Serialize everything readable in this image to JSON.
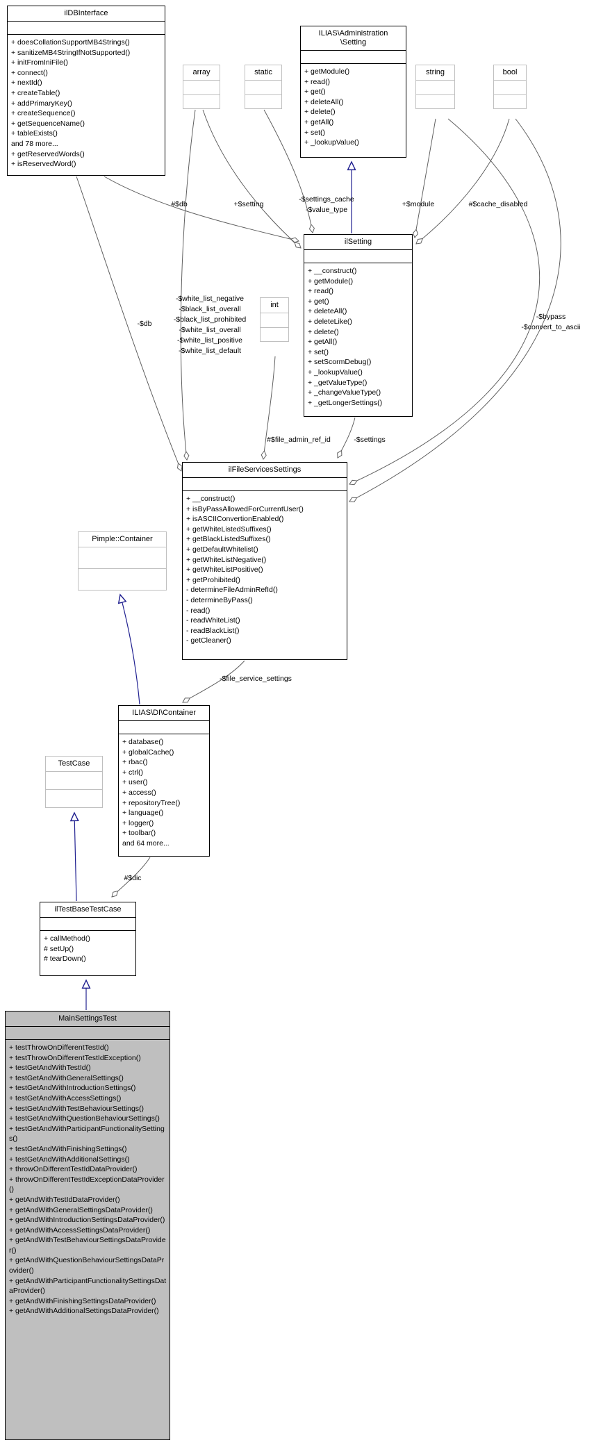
{
  "classes": {
    "ildbinterface": {
      "title": "ilDBInterface",
      "methods": [
        "+ doesCollationSupportMB4Strings()",
        "+ sanitizeMB4StringIfNotSupported()",
        "+ initFromIniFile()",
        "+ connect()",
        "+ nextId()",
        "+ createTable()",
        "+ addPrimaryKey()",
        "+ createSequence()",
        "+ getSequenceName()",
        "+ tableExists()",
        "and 78 more...",
        "+ getReservedWords()",
        "+ isReservedWord()"
      ]
    },
    "admin_setting": {
      "title": "ILIAS\\Administration\n\\Setting",
      "methods": [
        "+ getModule()",
        "+ read()",
        "+ get()",
        "+ deleteAll()",
        "+ delete()",
        "+ getAll()",
        "+ set()",
        "+ _lookupValue()"
      ]
    },
    "array_type": {
      "title": "array"
    },
    "static_type": {
      "title": "static"
    },
    "string_type": {
      "title": "string"
    },
    "bool_type": {
      "title": "bool"
    },
    "int_type": {
      "title": "int"
    },
    "ilsetting": {
      "title": "ilSetting",
      "methods": [
        "+ __construct()",
        "+ getModule()",
        "+ read()",
        "+ get()",
        "+ deleteAll()",
        "+ deleteLike()",
        "+ delete()",
        "+ getAll()",
        "+ set()",
        "+ setScormDebug()",
        "+ _lookupValue()",
        "+ _getValueType()",
        "+ _changeValueType()",
        "+ _getLongerSettings()"
      ]
    },
    "filesettings": {
      "title": "ilFileServicesSettings",
      "methods": [
        "+ __construct()",
        "+ isByPassAllowedForCurrentUser()",
        "+ isASCIIConvertionEnabled()",
        "+ getWhiteListedSuffixes()",
        "+ getBlackListedSuffixes()",
        "+ getDefaultWhitelist()",
        "+ getWhiteListNegative()",
        "+ getWhiteListPositive()",
        "+ getProhibited()",
        "- determineFileAdminRefId()",
        "- determineByPass()",
        "- read()",
        "- readWhiteList()",
        "- readBlackList()",
        "- getCleaner()"
      ]
    },
    "pimple": {
      "title": "Pimple::Container"
    },
    "dicontainer": {
      "title": "ILIAS\\DI\\Container",
      "methods": [
        "+ database()",
        "+ globalCache()",
        "+ rbac()",
        "+ ctrl()",
        "+ user()",
        "+ access()",
        "+ repositoryTree()",
        "+ language()",
        "+ logger()",
        "+ toolbar()",
        "and 64 more..."
      ]
    },
    "testcase": {
      "title": "TestCase"
    },
    "iltestbase": {
      "title": "ilTestBaseTestCase",
      "methods": [
        "+ callMethod()",
        "# setUp()",
        "# tearDown()"
      ]
    },
    "mainsettings": {
      "title": "MainSettingsTest",
      "methods": [
        "+ testThrowOnDifferentTestId()",
        "+ testThrowOnDifferentTestIdException()",
        "+ testGetAndWithTestId()",
        "+ testGetAndWithGeneralSettings()",
        "+ testGetAndWithIntroductionSettings()",
        "+ testGetAndWithAccessSettings()",
        "+ testGetAndWithTestBehaviourSettings()",
        "+ testGetAndWithQuestionBehaviourSettings()",
        "+ testGetAndWithParticipantFunctionalitySettings()",
        "+ testGetAndWithFinishingSettings()",
        "+ testGetAndWithAdditionalSettings()",
        "+ throwOnDifferentTestIdDataProvider()",
        "+ throwOnDifferentTestIdExceptionDataProvider()",
        "+ getAndWithTestIdDataProvider()",
        "+ getAndWithGeneralSettingsDataProvider()",
        "+ getAndWithIntroductionSettingsDataProvider()",
        "+ getAndWithAccessSettingsDataProvider()",
        "+ getAndWithTestBehaviourSettingsDataProvider()",
        "+ getAndWithQuestionBehaviourSettingsDataProvider()",
        "+ getAndWithParticipantFunctionalitySettingsDataProvider()",
        "+ getAndWithFinishingSettingsDataProvider()",
        "+ getAndWithAdditionalSettingsDataProvider()"
      ]
    }
  },
  "edge_labels": {
    "db_setting": "#$db",
    "setting": "+$setting",
    "settings_cache": "-$settings_cache\n-$value_type",
    "module": "+$module",
    "cache_disabled": "#$cache_disabled",
    "db_file": "-$db",
    "white_lists": "-$white_list_negative\n-$black_list_overall\n-$black_list_prohibited\n-$white_list_overall\n-$white_list_positive\n-$white_list_default",
    "bypass": "-$bypass\n-$convert_to_ascii",
    "file_admin_ref_id": "#$file_admin_ref_id",
    "settings_member": "-$settings",
    "file_service_settings": "-$file_service_settings",
    "dic": "#$dic"
  },
  "colors": {
    "focal_fill": "#bfbfbf",
    "edge": "#606060",
    "inheritance": "#202090",
    "primitive_border": "#bfbfbf"
  }
}
